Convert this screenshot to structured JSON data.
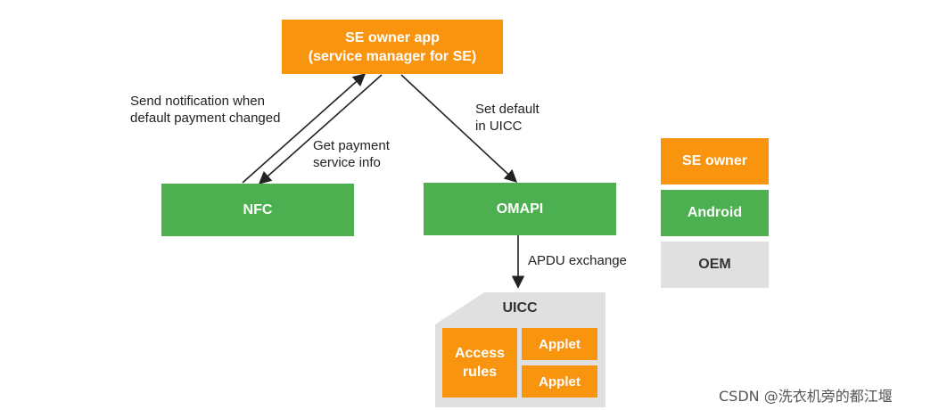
{
  "nodes": {
    "se_owner_app": {
      "line1": "SE owner app",
      "line2": "(service manager for SE)"
    },
    "nfc": "NFC",
    "omapi": "OMAPI",
    "uicc": "UICC",
    "access_rules": {
      "line1": "Access",
      "line2": "rules"
    },
    "applet_top": "Applet",
    "applet_bottom": "Applet"
  },
  "edges": {
    "send_notification": {
      "line1": "Send notification when",
      "line2": "default payment changed"
    },
    "get_payment": {
      "line1": "Get payment",
      "line2": "service info"
    },
    "set_default": {
      "line1": "Set default",
      "line2": "in UICC"
    },
    "apdu_exchange": "APDU exchange"
  },
  "legend": {
    "se_owner": "SE owner",
    "android": "Android",
    "oem": "OEM"
  },
  "watermark": "CSDN @洗衣机旁的都江堰",
  "colors": {
    "se_owner": "#f9940f",
    "android": "#4caf50",
    "oem": "#e0e0e0"
  }
}
